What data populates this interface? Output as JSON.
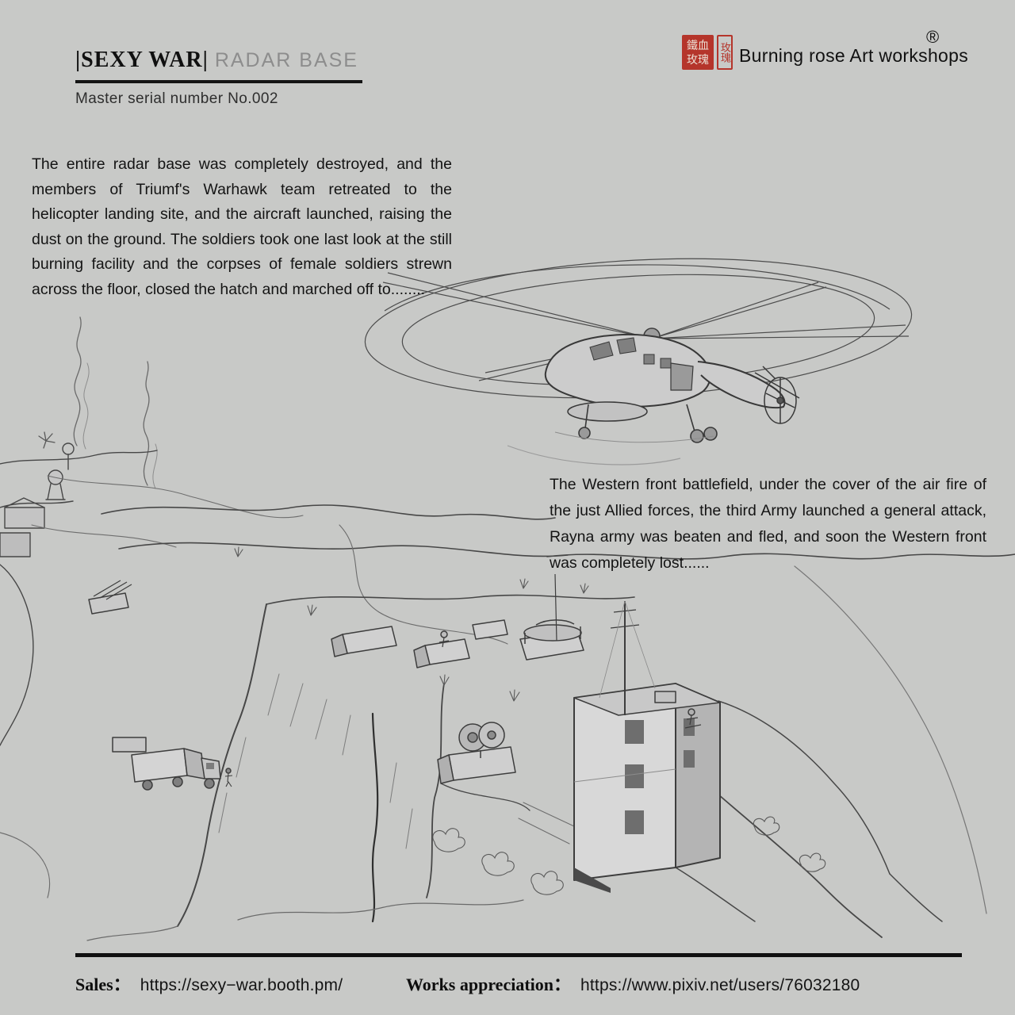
{
  "page": {
    "background": "#c8c9c7",
    "ink": "#141414",
    "accent_red": "#b5352b"
  },
  "header": {
    "series_title": "|SEXY WAR|",
    "episode_title": "RADAR BASE",
    "serial_line": "Master serial number No.002"
  },
  "brand": {
    "name": "Burning rose Art workshops",
    "registered_mark": "®",
    "seal_main_text": "鐵血玫瑰",
    "seal_side_text": "玫瑰"
  },
  "story": {
    "paragraph_left": "The entire radar base was completely destroyed, and the members of Triumf's Warhawk team retreated to the helicopter landing site, and the aircraft launched, raising the dust on the ground. The soldiers took one last look at the still burning facility and the corpses of female soldiers strewn across the floor, closed the hatch and marched off to........",
    "paragraph_right": "The Western front battlefield, under the cover of the air fire of the just Allied forces, the third Army launched a general attack, Rayna army was beaten and fled, and soon the Western front was completely lost......"
  },
  "illustration": {
    "alt": "Hand-drawn pencil sketch: a heavy transport helicopter lifts off above a cliff-top radar base with bunkers, a searchlight, an antenna mast, a tall concrete building, a truck and columns of smoke rising from the destroyed site"
  },
  "footer": {
    "sales_label": "Sales：",
    "sales_url": "https://sexy−war.booth.pm/",
    "works_label": "Works appreciation：",
    "works_url": "https://www.pixiv.net/users/76032180"
  }
}
